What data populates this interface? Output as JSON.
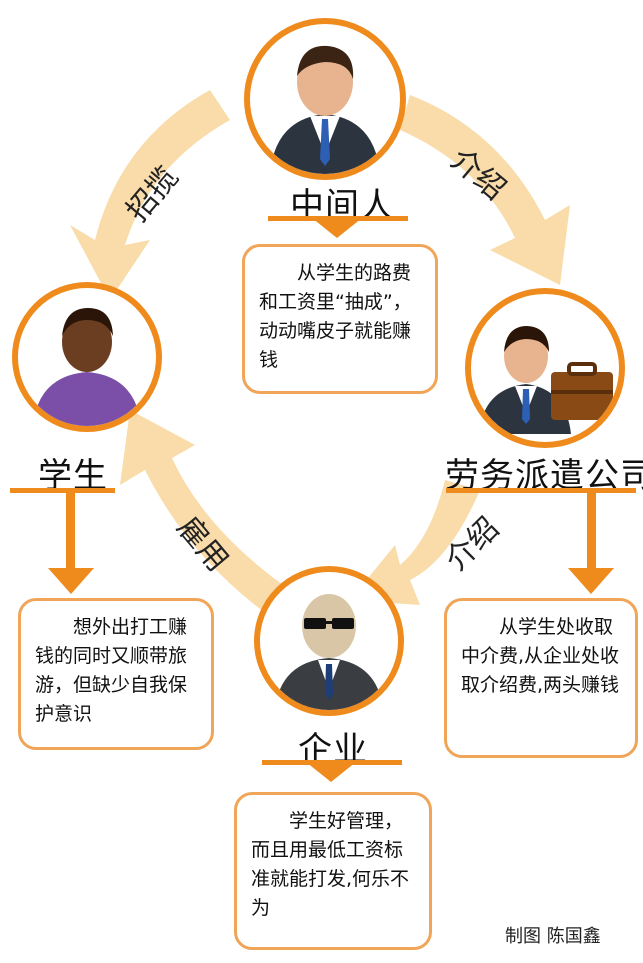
{
  "nodes": {
    "middleman": {
      "label": "中间人"
    },
    "student": {
      "label": "学生"
    },
    "agency": {
      "label": "劳务派遣公司"
    },
    "enterprise": {
      "label": "企业"
    }
  },
  "arrows": {
    "recruit": "招揽",
    "introduce_top": "介绍",
    "introduce_bottom": "介绍",
    "hire": "雇用"
  },
  "notes": {
    "middleman": "　　从学生的路费和工资里“抽成”，动动嘴皮子就能赚钱",
    "student": "　　想外出打工赚钱的同时又顺带旅游，但缺少自我保护意识",
    "agency": "　　从学生处收取中介费,从企业处收取介绍费,两头赚钱",
    "enterprise": "　　学生好管理，而且用最低工资标准就能打发,何乐不为"
  },
  "credit": "制图 陈国鑫",
  "colors": {
    "accent": "#ef8b1c",
    "arrow_fill": "#f9dca9",
    "box_border": "#f0a559"
  }
}
